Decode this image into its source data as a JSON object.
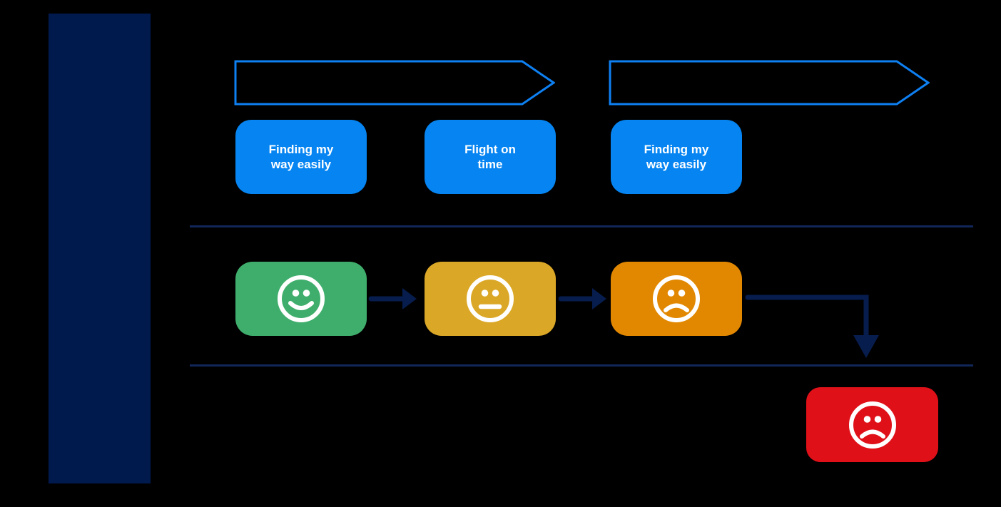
{
  "colors": {
    "background": "#000000",
    "sidebar_bar": "#001A4D",
    "phase_arrow_outline": "#0E80F2",
    "touchpoint_fill": "#0685F2",
    "touchpoint_text": "#FFFFFF",
    "divider_line": "#112659",
    "connector_arrow": "#071D4E",
    "emotion_happy_fill": "#3FAE6C",
    "emotion_neutral_fill": "#DBA726",
    "emotion_sad_fill": "#E28800",
    "emotion_very_sad_fill": "#E01019",
    "face_stroke": "#FFFFFF"
  },
  "touchpoints": [
    {
      "label": "Finding my\nway easily"
    },
    {
      "label": "Flight on\ntime"
    },
    {
      "label": "Finding my\nway easily"
    }
  ],
  "emotions": [
    {
      "mood": "happy"
    },
    {
      "mood": "neutral"
    },
    {
      "mood": "sad"
    },
    {
      "mood": "very-sad"
    }
  ]
}
